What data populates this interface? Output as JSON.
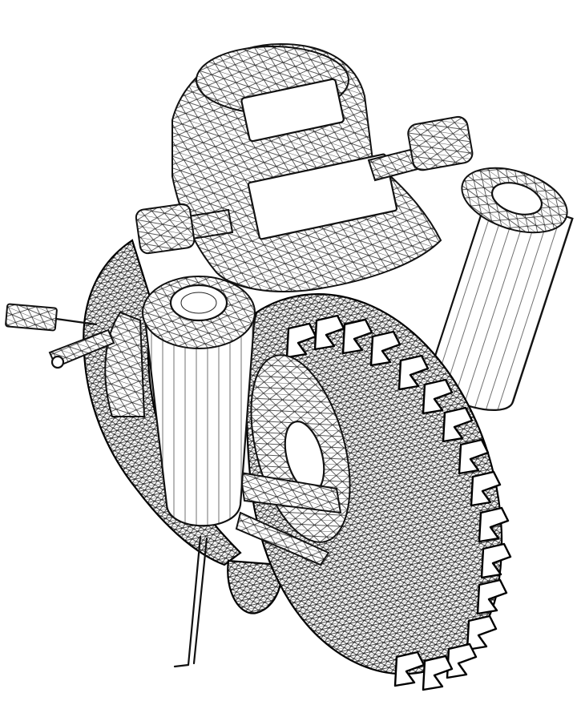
{
  "image": {
    "kind": "wireframe-illustration",
    "colors": {
      "background": "#ffffff",
      "ink": "#111111"
    },
    "parts": [
      "tail-hump",
      "tail-light",
      "license-plate",
      "left-turn-signal",
      "right-turn-signal",
      "right-exhaust",
      "left-exhaust",
      "rear-tire",
      "rear-hub",
      "chain-guard",
      "front-tire",
      "kickstand",
      "left-footpeg",
      "left-handlebar",
      "fairing-body"
    ]
  }
}
